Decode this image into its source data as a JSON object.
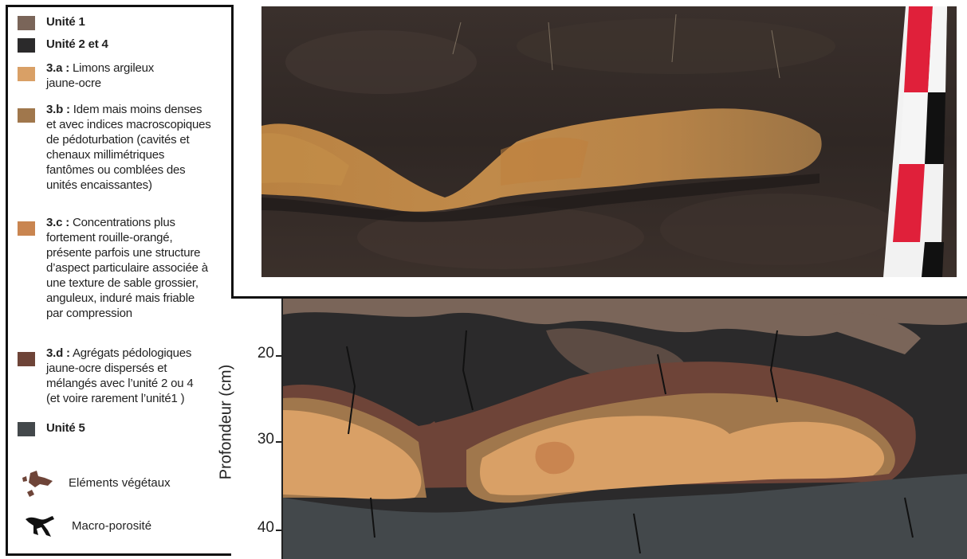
{
  "legend": {
    "items": [
      {
        "color": "#7a6559",
        "bold": "Unité 1",
        "text": ""
      },
      {
        "color": "#2b2a2b",
        "bold": "Unité 2 et 4",
        "text": ""
      },
      {
        "color": "#d9a066",
        "bold": "3.a :",
        "text": " Limons argileux",
        "line2": "jaune-ocre"
      },
      {
        "color": "#a0774c",
        "bold": "3.b :",
        "text": " Idem mais moins denses",
        "extra": [
          "et avec indices macroscopiques",
          "de pédoturbation (cavités et",
          "chenaux millimétriques",
          "fantômes ou comblées des",
          "unités encaissantes)"
        ]
      },
      {
        "color": "#c98550",
        "bold": "3.c :",
        "text": " Concentrations plus",
        "extra": [
          "fortement rouille-orangé,",
          "présente parfois une structure",
          "d’aspect particulaire associée à",
          "une texture de sable grossier,",
          "anguleux, induré mais friable",
          "par compression"
        ]
      },
      {
        "color": "#6e4438",
        "bold": "3.d :",
        "text": " Agrégats pédologiques",
        "extra": [
          "jaune-ocre dispersés et",
          "mélangés avec l’unité 2 ou 4",
          "(et voire rarement l’unité1 )"
        ]
      },
      {
        "color": "#43484b",
        "bold": "Unité 5",
        "text": ""
      }
    ],
    "vegetal_label": "Eléments végétaux",
    "porosity_label": "Macro-porosité",
    "colors": {
      "vegetal": "#6e4438",
      "porosity": "#111111"
    }
  },
  "chart_data": {
    "type": "diagram",
    "ylabel": "Profondeur (cm)",
    "yticks": [
      "20",
      "30",
      "40"
    ]
  }
}
